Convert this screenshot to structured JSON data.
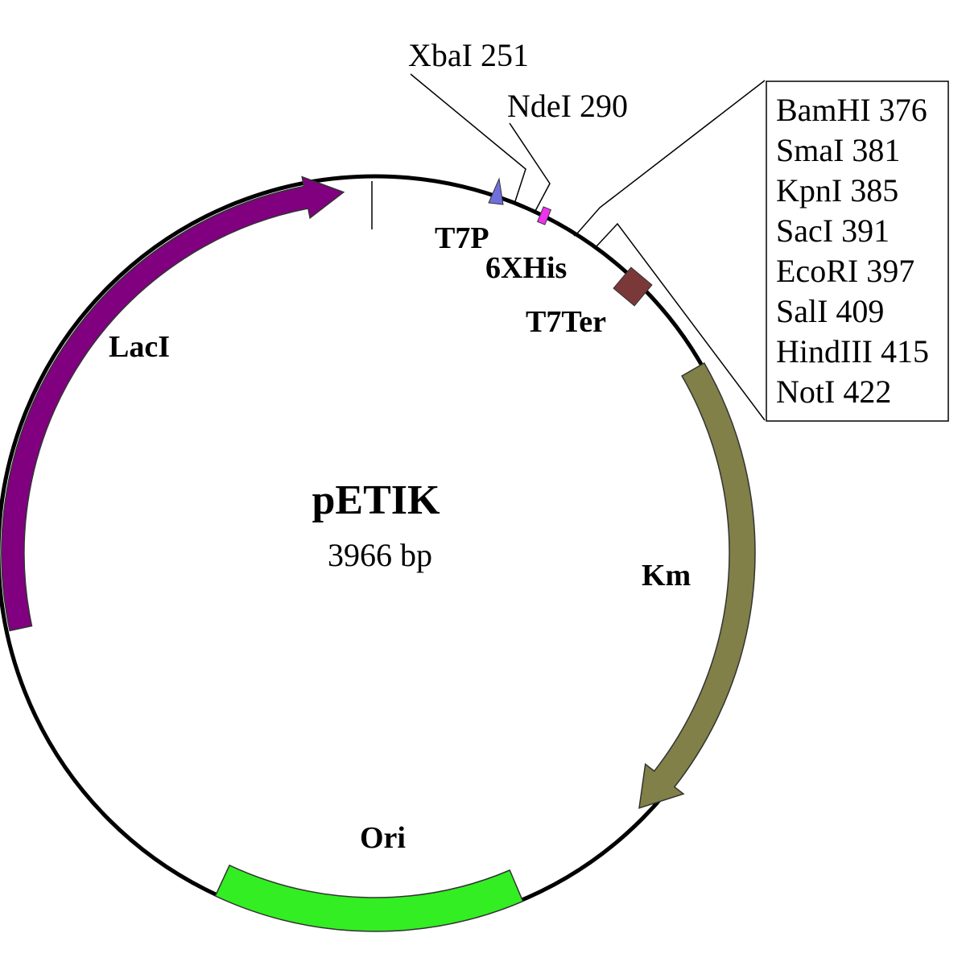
{
  "plasmid": {
    "name": "pETIK",
    "size_label": "3966 bp"
  },
  "features": [
    {
      "id": "lacI",
      "label": "LacI",
      "color": "#800080"
    },
    {
      "id": "km",
      "label": "Km",
      "color": "#808048"
    },
    {
      "id": "ori",
      "label": "Ori",
      "color": "#33ee22"
    },
    {
      "id": "t7p",
      "label": "T7P",
      "color": "#7070dd"
    },
    {
      "id": "his",
      "label": "6XHis",
      "color": "#ee33ee"
    },
    {
      "id": "t7ter",
      "label": "T7Ter",
      "color": "#7a3838"
    }
  ],
  "sites": {
    "xbaI": "XbaI 251",
    "ndeI": "NdeI 290"
  },
  "mcs": [
    "BamHI 376",
    "SmaI 381",
    "KpnI 385",
    "SacI 391",
    "EcoRI 397",
    "SalI 409",
    "HindIII 415",
    "NotI 422"
  ]
}
